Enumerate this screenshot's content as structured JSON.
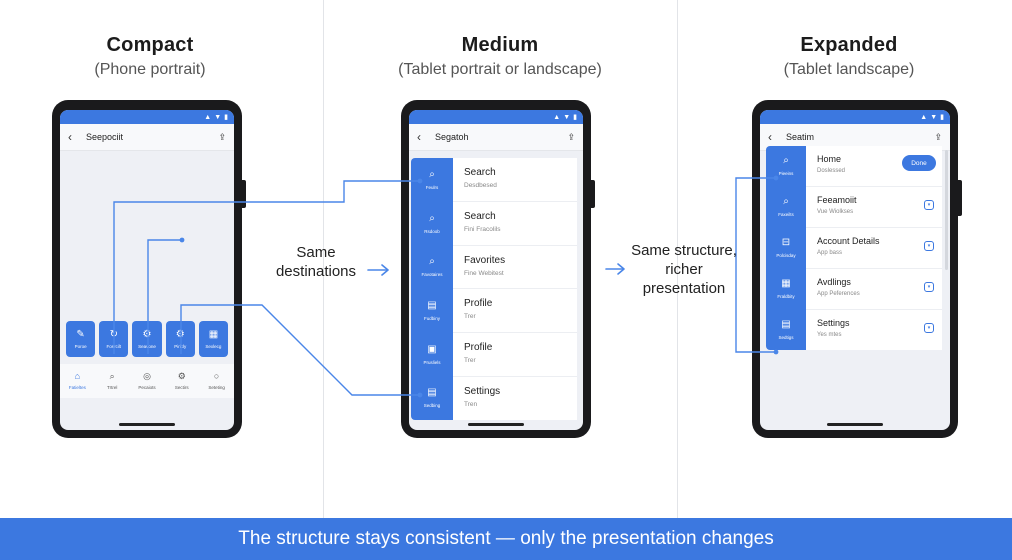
{
  "columns": [
    {
      "title": "Compact",
      "subtitle": "(Phone portrait)"
    },
    {
      "title": "Medium",
      "subtitle": "(Tablet portrait or landscape)"
    },
    {
      "title": "Expanded",
      "subtitle": "(Tablet landscape)"
    }
  ],
  "compact": {
    "appbar_title": "Seepociit",
    "tiles": [
      {
        "icon": "edit-icon",
        "glyph": "✎",
        "label": "Poroe"
      },
      {
        "icon": "refresh-icon",
        "glyph": "↻",
        "label": "Fosrcilt"
      },
      {
        "icon": "settings-icon",
        "glyph": "⚙",
        "label": "Seavone"
      },
      {
        "icon": "gear-icon",
        "glyph": "⚙",
        "label": "Piricly"
      },
      {
        "icon": "grid-icon",
        "glyph": "▦",
        "label": "Sexlecg"
      }
    ],
    "nav": [
      {
        "icon": "home-icon",
        "glyph": "⌂",
        "label": "Fatieltes",
        "active": true
      },
      {
        "icon": "search-icon",
        "glyph": "⌕",
        "label": "Trtrel"
      },
      {
        "icon": "target-icon",
        "glyph": "◎",
        "label": "Pecaiots"
      },
      {
        "icon": "settings-icon",
        "glyph": "⚙",
        "label": "Sectirs"
      },
      {
        "icon": "circle-icon",
        "glyph": "○",
        "label": "Seteting"
      }
    ]
  },
  "medium": {
    "appbar_title": "Segatoh",
    "rail": [
      {
        "icon": "search-icon",
        "glyph": "⌕",
        "label": "Feulrs"
      },
      {
        "icon": "search-icon",
        "glyph": "⌕",
        "label": "Rsdoob"
      },
      {
        "icon": "search-icon",
        "glyph": "⌕",
        "label": "Favotaires"
      },
      {
        "icon": "box-icon",
        "glyph": "▤",
        "label": "Fudbiny"
      },
      {
        "icon": "image-icon",
        "glyph": "▣",
        "label": "Prusliels"
      },
      {
        "icon": "box-icon",
        "glyph": "▤",
        "label": "Sedbing"
      }
    ],
    "rows": [
      {
        "title": "Search",
        "sub": "Desdbesed"
      },
      {
        "title": "Search",
        "sub": "Fini Fracolils"
      },
      {
        "title": "Favorites",
        "sub": "Fine Webitest"
      },
      {
        "title": "Profile",
        "sub": "Trer"
      },
      {
        "title": "Profile",
        "sub": "Trer"
      },
      {
        "title": "Settings",
        "sub": "Tren"
      }
    ]
  },
  "expanded": {
    "appbar_title": "Seatim",
    "rail": [
      {
        "icon": "search-icon",
        "glyph": "⌕",
        "label": "Pieeins"
      },
      {
        "icon": "search-icon",
        "glyph": "⌕",
        "label": "Faxeilts"
      },
      {
        "icon": "lock-icon",
        "glyph": "⊟",
        "label": "Polcisday"
      },
      {
        "icon": "grid-icon",
        "glyph": "▦",
        "label": "Fraldbity"
      },
      {
        "icon": "box-icon",
        "glyph": "▤",
        "label": "Sedtigs"
      }
    ],
    "rows": [
      {
        "title": "Home",
        "sub": "Doslessed",
        "action": "Done"
      },
      {
        "title": "Feeamoiit",
        "sub": "Vue Wiolkses"
      },
      {
        "title": "Account Details",
        "sub": "App bass"
      },
      {
        "title": "Avdlings",
        "sub": "App Peferences"
      },
      {
        "title": "Settings",
        "sub": "Yes mtes"
      }
    ]
  },
  "labels": {
    "same_destinations": "Same destinations",
    "same_structure": "Same structure, richer presentation"
  },
  "footer": "The structure stays consistent — only the presentation changes",
  "colors": {
    "accent": "#3c78e0",
    "phone": "#1a1a1c",
    "line": "#4a86e8"
  }
}
